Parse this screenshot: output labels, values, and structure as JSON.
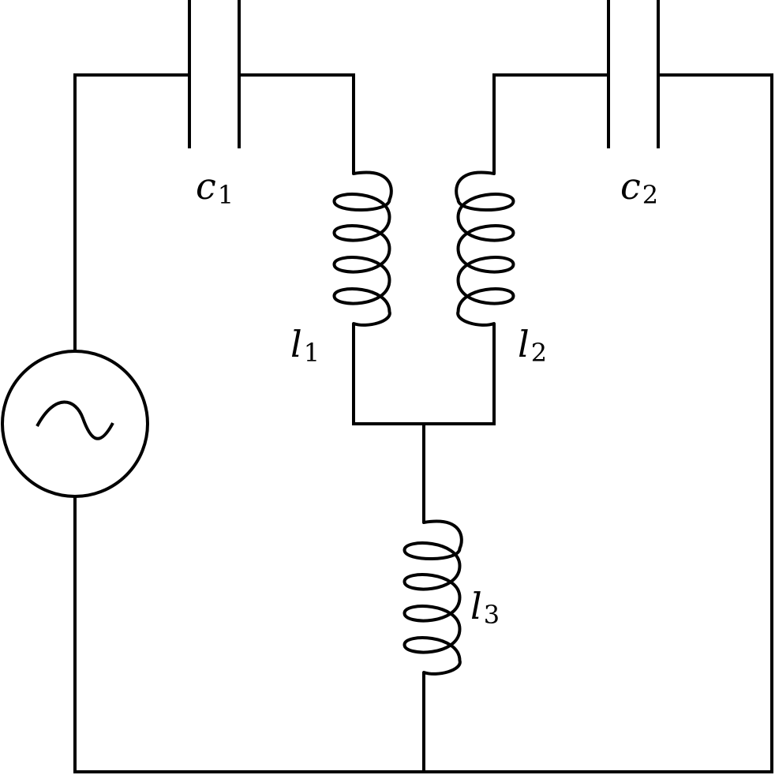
{
  "diagram": {
    "colors": {
      "stroke": "#000000",
      "background": "#ffffff"
    },
    "source": {
      "icon": "ac-voltage-source-icon"
    },
    "capacitors": [
      {
        "symbol": "c",
        "subscript": "1"
      },
      {
        "symbol": "c",
        "subscript": "2"
      }
    ],
    "inductors": [
      {
        "symbol": "l",
        "subscript": "1"
      },
      {
        "symbol": "l",
        "subscript": "2"
      },
      {
        "symbol": "l",
        "subscript": "3"
      }
    ]
  }
}
